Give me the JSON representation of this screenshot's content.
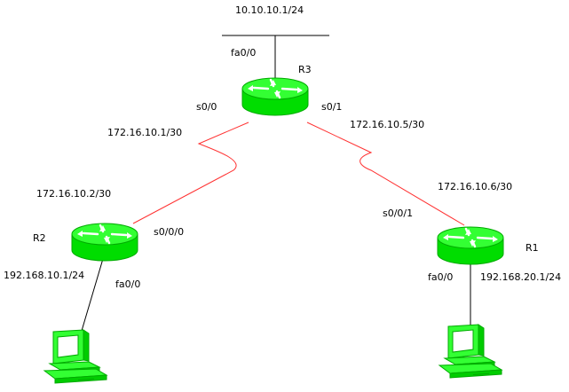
{
  "colors": {
    "device_fill": "#00ee00",
    "device_stroke": "#009900",
    "serial_link": "#ff3333",
    "ethernet_link": "#000000",
    "label_text": "#000000"
  },
  "lan_top": {
    "subnet": "10.10.10.1/24"
  },
  "routers": {
    "r3": {
      "name": "R3",
      "lan_interface": "fa0/0",
      "serial_left": "s0/0",
      "serial_right": "s0/1"
    },
    "r2": {
      "name": "R2",
      "serial": "s0/0/0",
      "lan_interface": "fa0/0",
      "lan_ip": "192.168.10.1/24"
    },
    "r1": {
      "name": "R1",
      "serial": "s0/0/1",
      "lan_interface": "fa0/0",
      "lan_ip": "192.168.20.1/24"
    }
  },
  "links": {
    "r3_r2": {
      "r3_ip": "172.16.10.1/30",
      "r2_ip": "172.16.10.2/30"
    },
    "r3_r1": {
      "r3_ip": "172.16.10.5/30",
      "r1_ip": "172.16.10.6/30"
    }
  },
  "hosts": [
    {
      "icon": "pc-icon",
      "connected_to": "R2"
    },
    {
      "icon": "pc-icon",
      "connected_to": "R1"
    }
  ]
}
